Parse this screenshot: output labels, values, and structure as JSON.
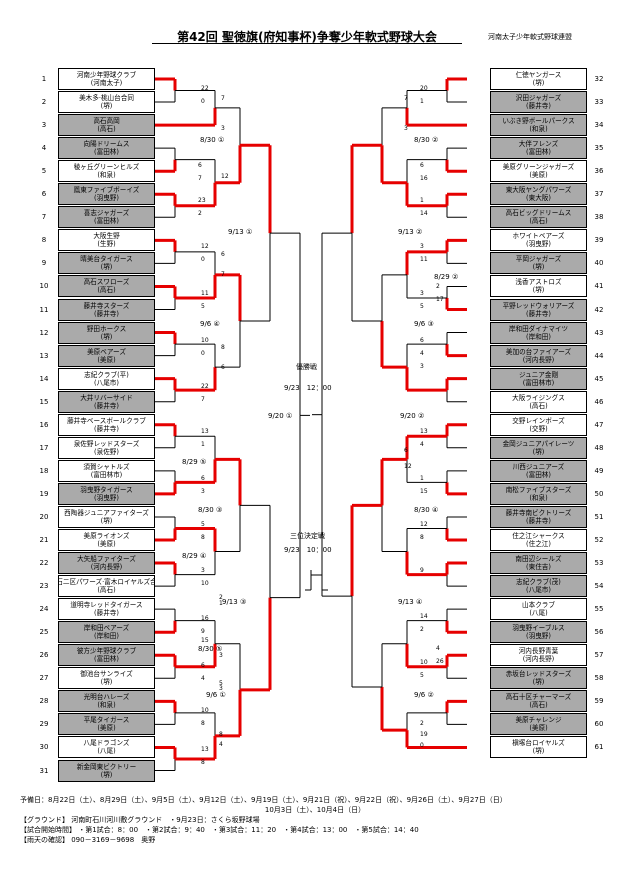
{
  "header": {
    "title": "第42回 聖徳旗(府知事杯)争奪少年軟式野球大会",
    "organizer": "河南太子少年軟式野球連盟"
  },
  "left_teams": [
    {
      "no": "1",
      "name": "河南少年野球クラブ",
      "area": "(河南太子)",
      "gray": false
    },
    {
      "no": "2",
      "name": "美木多·桃山台合同",
      "area": "(堺)",
      "gray": false
    },
    {
      "no": "3",
      "name": "高石高岡",
      "area": "(高石)",
      "gray": true
    },
    {
      "no": "4",
      "name": "向陽ドリームス",
      "area": "(富田林)",
      "gray": true
    },
    {
      "no": "5",
      "name": "稜ヶ丘グリーンヒルズ",
      "area": "(和泉)",
      "gray": false
    },
    {
      "no": "6",
      "name": "鳳東ファイブボーイズ",
      "area": "(羽曳野)",
      "gray": true
    },
    {
      "no": "7",
      "name": "喜志ジャガーズ",
      "area": "(富田林)",
      "gray": true
    },
    {
      "no": "8",
      "name": "大阪生野",
      "area": "(生野)",
      "gray": false
    },
    {
      "no": "9",
      "name": "晴美台タイガース",
      "area": "(堺)",
      "gray": true
    },
    {
      "no": "10",
      "name": "高石スワローズ",
      "area": "(高石)",
      "gray": true
    },
    {
      "no": "11",
      "name": "藤井寺スターズ",
      "area": "(藤井寺)",
      "gray": true
    },
    {
      "no": "12",
      "name": "野田ホークス",
      "area": "(堺)",
      "gray": true
    },
    {
      "no": "13",
      "name": "美原ベアーズ",
      "area": "(美原)",
      "gray": true
    },
    {
      "no": "14",
      "name": "志紀クラブ(平)",
      "area": "(八尾市)",
      "gray": false
    },
    {
      "no": "15",
      "name": "大井リバーサイド",
      "area": "(藤井寺)",
      "gray": true
    },
    {
      "no": "16",
      "name": "藤井寺ベースボールクラブ",
      "area": "(藤井寺)",
      "gray": false
    },
    {
      "no": "17",
      "name": "泉佐野レッドスターズ",
      "area": "(泉佐野)",
      "gray": false
    },
    {
      "no": "18",
      "name": "須賀シャトルズ",
      "area": "(富田林市)",
      "gray": false
    },
    {
      "no": "19",
      "name": "羽曳野タイガース",
      "area": "(羽曳野)",
      "gray": true
    },
    {
      "no": "20",
      "name": "西陶器ジュニアファイターズ",
      "area": "(堺)",
      "gray": false
    },
    {
      "no": "21",
      "name": "美原ライオンズ",
      "area": "(美原)",
      "gray": false
    },
    {
      "no": "22",
      "name": "大矢船ファイターズ",
      "area": "(河内長野)",
      "gray": true
    },
    {
      "no": "23",
      "name": "高石二区パワーズ·富木ロイヤルズ合同",
      "area": "(高石)",
      "gray": false
    },
    {
      "no": "24",
      "name": "道明寺レッドタイガース",
      "area": "(藤井寺)",
      "gray": false
    },
    {
      "no": "25",
      "name": "岸和田ベアーズ",
      "area": "(岸和田)",
      "gray": true
    },
    {
      "no": "26",
      "name": "彼方少年野球クラブ",
      "area": "(富田林)",
      "gray": true
    },
    {
      "no": "27",
      "name": "御池台サンライズ",
      "area": "(堺)",
      "gray": false
    },
    {
      "no": "28",
      "name": "光明台ハレーズ",
      "area": "(和泉)",
      "gray": true
    },
    {
      "no": "29",
      "name": "平尾タイガース",
      "area": "(美原)",
      "gray": true
    },
    {
      "no": "30",
      "name": "八尾ドラゴンズ",
      "area": "(八尾)",
      "gray": false
    },
    {
      "no": "31",
      "name": "新金岡東ビクトリー",
      "area": "(堺)",
      "gray": true
    }
  ],
  "right_teams": [
    {
      "no": "32",
      "name": "仁徳ヤンガース",
      "area": "(堺)",
      "gray": false
    },
    {
      "no": "33",
      "name": "沢田ジャガーズ",
      "area": "(藤井寺)",
      "gray": true
    },
    {
      "no": "34",
      "name": "いぶき野ボールパークス",
      "area": "(和泉)",
      "gray": true
    },
    {
      "no": "35",
      "name": "大伴フレンズ",
      "area": "(富田林)",
      "gray": true
    },
    {
      "no": "36",
      "name": "美原グリーンジャガーズ",
      "area": "(美原)",
      "gray": false
    },
    {
      "no": "37",
      "name": "東大阪ヤングパワーズ",
      "area": "(東大阪)",
      "gray": true
    },
    {
      "no": "38",
      "name": "高石ビッグドリームス",
      "area": "(高石)",
      "gray": true
    },
    {
      "no": "39",
      "name": "ホワイトベアーズ",
      "area": "(羽曳野)",
      "gray": false
    },
    {
      "no": "40",
      "name": "平岡ジャガーズ",
      "area": "(堺)",
      "gray": true
    },
    {
      "no": "41",
      "name": "浅香アストロズ",
      "area": "(堺)",
      "gray": false
    },
    {
      "no": "42",
      "name": "平野レッドウォリアーズ",
      "area": "(藤井寺)",
      "gray": true
    },
    {
      "no": "43",
      "name": "岸和田ダイナマイツ",
      "area": "(岸和田)",
      "gray": true
    },
    {
      "no": "44",
      "name": "美加の台ファイアーズ",
      "area": "(河内長野)",
      "gray": true
    },
    {
      "no": "45",
      "name": "ジュニア金剛",
      "area": "(富田林市)",
      "gray": true
    },
    {
      "no": "46",
      "name": "大阪ライジングス",
      "area": "(高石)",
      "gray": false
    },
    {
      "no": "47",
      "name": "交野レインボーズ",
      "area": "(交野)",
      "gray": false
    },
    {
      "no": "48",
      "name": "金岡ジュニアパイレーツ",
      "area": "(堺)",
      "gray": true
    },
    {
      "no": "49",
      "name": "川西ジュニアーズ",
      "area": "(富田林)",
      "gray": true
    },
    {
      "no": "50",
      "name": "南松ファイブスターズ",
      "area": "(和泉)",
      "gray": true
    },
    {
      "no": "51",
      "name": "藤井寺南ビクトリーズ",
      "area": "(藤井寺)",
      "gray": true
    },
    {
      "no": "52",
      "name": "住之江シャークス",
      "area": "(住之江)",
      "gray": false
    },
    {
      "no": "53",
      "name": "南田辺シールズ",
      "area": "(東住吉)",
      "gray": true
    },
    {
      "no": "54",
      "name": "志紀クラブ(茂)",
      "area": "(八尾市)",
      "gray": true
    },
    {
      "no": "55",
      "name": "山本クラブ",
      "area": "(八尾)",
      "gray": false
    },
    {
      "no": "56",
      "name": "羽曳野イーブルス",
      "area": "(羽曳野)",
      "gray": true
    },
    {
      "no": "57",
      "name": "河内長野青葉",
      "area": "(河内長野)",
      "gray": false
    },
    {
      "no": "58",
      "name": "赤坂台レッドスターズ",
      "area": "(堺)",
      "gray": true
    },
    {
      "no": "59",
      "name": "高石十区チャーマーズ",
      "area": "(高石)",
      "gray": true
    },
    {
      "no": "60",
      "name": "美原チャレンジ",
      "area": "(美原)",
      "gray": true
    },
    {
      "no": "61",
      "name": "槇塚台ロイヤルズ",
      "area": "(堺)",
      "gray": false
    }
  ],
  "round_labels": {
    "l_830_1": "8/30 ①",
    "l_913_1": "9/13 ①",
    "l_96_4": "9/6 ④",
    "l_920_1": "9/20 ①",
    "l_829_5": "8/29 ⑤",
    "l_830_3": "8/30 ③",
    "l_829_4": "8/29 ④",
    "l_913_3": "9/13 ③",
    "l_830_5": "8/30 ⑤",
    "l_96_1": "9/6 ①",
    "r_830_2": "8/30 ②",
    "r_913_2": "9/13 ②",
    "r_829_2": "8/29 ②",
    "r_96_3": "9/6 ③",
    "r_920_2": "9/20 ②",
    "r_830_4": "8/30 ④",
    "r_913_4": "9/13 ④",
    "r_96_2": "9/6 ②"
  },
  "center": {
    "final_label": "優勝戦",
    "final_time": "9/23　12：00",
    "third_label": "三位決定戦",
    "third_time": "9/23　10：00"
  },
  "scores": {
    "s1": "22",
    "s2": "0",
    "s3": "7",
    "s4": "3",
    "s5": "6",
    "s6": "7",
    "s7": "12",
    "s8": "23",
    "s9": "2",
    "s10": "12",
    "s11": "0",
    "s12": "6",
    "s13": "7",
    "s14": "11",
    "s15": "5",
    "s16": "10",
    "s17": "0",
    "s18": "8",
    "s19": "6",
    "s20": "22",
    "s21": "7",
    "s22": "13",
    "s23": "1",
    "s24": "6",
    "s25": "3",
    "s26": "5",
    "s27": "8",
    "s28": "3",
    "s29": "10",
    "s30": "2",
    "s31": "1",
    "s32": "16",
    "s33": "9",
    "s34": "15",
    "s35": "3",
    "s36": "6",
    "s37": "4",
    "s38": "5",
    "s39": "3",
    "s40": "10",
    "s41": "8",
    "s42": "13",
    "s43": "8",
    "s44": "8",
    "s45": "4",
    "r1": "20",
    "r2": "1",
    "r3": "7",
    "r4": "3",
    "r5": "16",
    "r6": "6",
    "r7": "1",
    "r8": "14",
    "r9": "11",
    "r10": "3",
    "r11": "2",
    "r12": "17",
    "r13": "5",
    "r14": "3",
    "r15": "6",
    "r16": "4",
    "r17": "3",
    "r18": "13",
    "r19": "4",
    "r20": "6",
    "r21": "12",
    "r22": "1",
    "r23": "15",
    "r24": "12",
    "r25": "8",
    "r26": "9",
    "r27": "14",
    "r28": "2",
    "r29": "4",
    "r30": "26",
    "r31": "10",
    "r32": "5",
    "r33": "2",
    "r34": "19",
    "r35": "0"
  },
  "footer": {
    "line1": "予備日：8月22日（土）、8月29日（土）、9月5日（土）、9月12日（土）、9月19日（土）、9月21日（祝）、9月22日（祝）、9月26日（土）、9月27日（日）",
    "line2": "10月3日（土）、10月4日（日）",
    "line3": "【グラウンド】 河南町石川河川敷グラウンド　・9月23日：さくら坂野球場",
    "line4": "【試合開始時間】 ・第1試合：8：00　・第2試合：9：40　・第3試合：11：20　・第4試合：13：00　・第5試合：14：40",
    "line5": "【雨天の確認】 090－3169－9698　奥野"
  },
  "colors": {
    "win": "#e60000",
    "line": "#000000",
    "gray_box": "#aaaaaa"
  }
}
